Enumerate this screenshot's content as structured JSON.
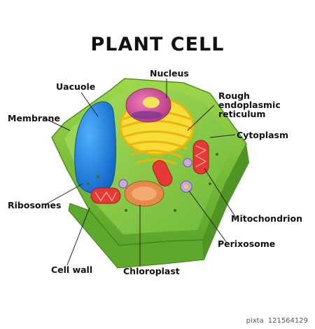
{
  "title": "PLANT CELL",
  "labels": {
    "nucleus": "Nucleus",
    "vacuole": "Uacuole",
    "membrane": "Membrane",
    "rough_er_1": "Rough",
    "rough_er_2": "endoplasmic",
    "rough_er_3": "reticulum",
    "cytoplasm": "Cytoplasm",
    "ribosomes": "Ribosomes",
    "mitochondrion": "Mitochondrion",
    "perixosome": "Perixosome",
    "cell_wall": "Cell wall",
    "chloroplast": "Chloroplast"
  },
  "credit": {
    "brand": "pixta",
    "id": "121564129"
  },
  "colors": {
    "cell_wall": "#7cc242",
    "cytoplasm": "#8fd04a",
    "vacuole": "#1e88e5",
    "nucleus": "#d94f9b",
    "er": "#f6d327",
    "mitochondria": "#e53935",
    "chloroplast": "#e58a4b"
  }
}
